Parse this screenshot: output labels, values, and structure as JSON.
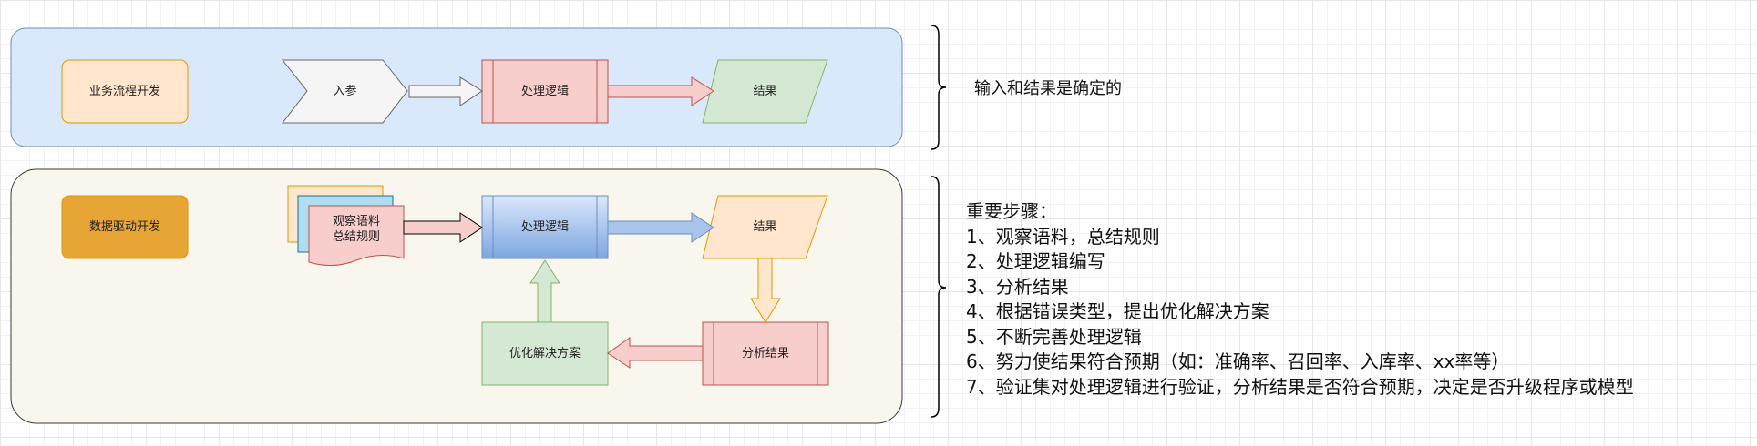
{
  "row1": {
    "title": "业务流程开发",
    "input": "入参",
    "process": "处理逻辑",
    "result": "结果",
    "note": "输入和结果是确定的"
  },
  "row2": {
    "title": "数据驱动开发",
    "doc_lines": [
      "观察语料",
      "总结规则"
    ],
    "process": "处理逻辑",
    "result": "结果",
    "analyze": "分析结果",
    "optimize": "优化解决方案",
    "notes": [
      "重要步骤：",
      "1、观察语料，总结规则",
      "2、处理逻辑编写",
      "3、分析结果",
      "4、根据错误类型，提出优化解决方案",
      "5、不断完善处理逻辑",
      "6、努力使结果符合预期（如：准确率、召回率、入库率、xx率等）",
      "7、验证集对处理逻辑进行验证，分析结果是否符合预期，决定是否升级程序或模型"
    ]
  },
  "colors": {
    "blue_container": "#dae8fc",
    "blue_stroke": "#6c8ebf",
    "beige_container": "#f9f7ed",
    "orange_fill": "#ffe6cc",
    "orange_stroke": "#d79b00",
    "orange_dark": "#e6a534",
    "red_fill": "#f8cecc",
    "red_stroke": "#b85450",
    "green_fill": "#d5e8d4",
    "green_stroke": "#82b366",
    "gray_fill": "#f5f5f5",
    "gray_stroke": "#666666",
    "teal_fill": "#b1ddf0"
  }
}
